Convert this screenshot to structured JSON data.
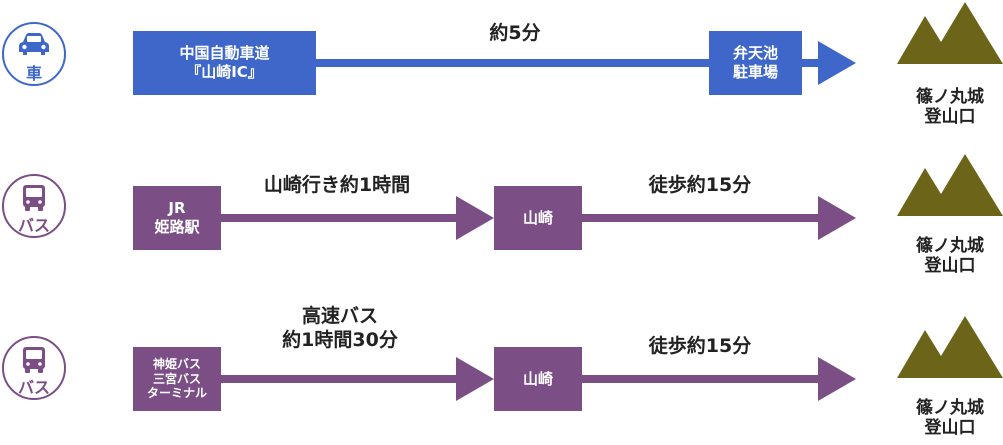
{
  "colors": {
    "car": "#3e67c9",
    "bus": "#7b4e86",
    "mountain": "#6b6419"
  },
  "routes": [
    {
      "mode": {
        "icon": "car-icon",
        "label": "車"
      },
      "start": [
        "中国自動車道",
        "『山崎IC』"
      ],
      "segments": [
        {
          "time": [
            "約5分"
          ],
          "stop": [
            "弁天池",
            "駐車場"
          ]
        }
      ],
      "destination": [
        "篠ノ丸城",
        "登山口"
      ]
    },
    {
      "mode": {
        "icon": "bus-icon",
        "label": "バス"
      },
      "start": [
        "JR",
        "姫路駅"
      ],
      "segments": [
        {
          "time": [
            "山崎行き約1時間"
          ],
          "stop": [
            "山崎"
          ]
        },
        {
          "time": [
            "徒歩約15分"
          ]
        }
      ],
      "destination": [
        "篠ノ丸城",
        "登山口"
      ]
    },
    {
      "mode": {
        "icon": "bus-icon",
        "label": "バス"
      },
      "start": [
        "神姫バス",
        "三宮バス",
        "ターミナル"
      ],
      "segments": [
        {
          "time": [
            "高速バス",
            "約1時間30分"
          ],
          "stop": [
            "山崎"
          ]
        },
        {
          "time": [
            "徒歩約15分"
          ]
        }
      ],
      "destination": [
        "篠ノ丸城",
        "登山口"
      ]
    }
  ]
}
